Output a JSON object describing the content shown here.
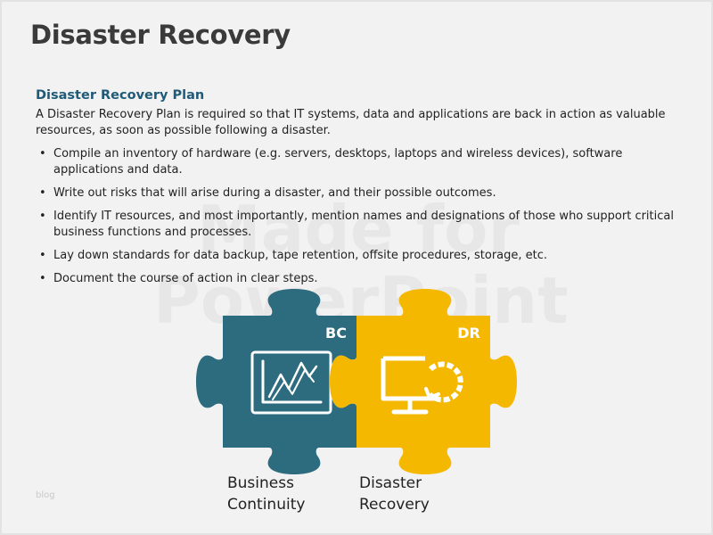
{
  "slide": {
    "title": "Disaster Recovery",
    "subtitle": "Disaster Recovery Plan",
    "intro": "A Disaster Recovery Plan is required so that IT systems, data and applications are back in action as valuable resources, as soon as possible following a disaster.",
    "bullets": [
      "Compile an inventory of hardware (e.g. servers, desktops, laptops and wireless devices), software applications and data.",
      "Write out risks that will arise during a disaster, and their possible outcomes.",
      "Identify IT resources, and most importantly, mention names and designations of those who support critical business functions and processes.",
      "Lay down standards for data backup, tape retention, offsite procedures, storage, etc.",
      "Document the course of action in clear steps."
    ],
    "watermark": [
      "Made for",
      "PowerPoint"
    ],
    "footer_text": "blog"
  },
  "puzzle": {
    "left": {
      "tag": "BC",
      "label_line1": "Business",
      "label_line2": "Continuity",
      "color": "#2d6b7e",
      "icon": "line-chart-icon"
    },
    "right": {
      "tag": "DR",
      "label_line1": "Disaster",
      "label_line2": "Recovery",
      "color": "#f5b800",
      "icon": "monitor-refresh-icon"
    }
  }
}
